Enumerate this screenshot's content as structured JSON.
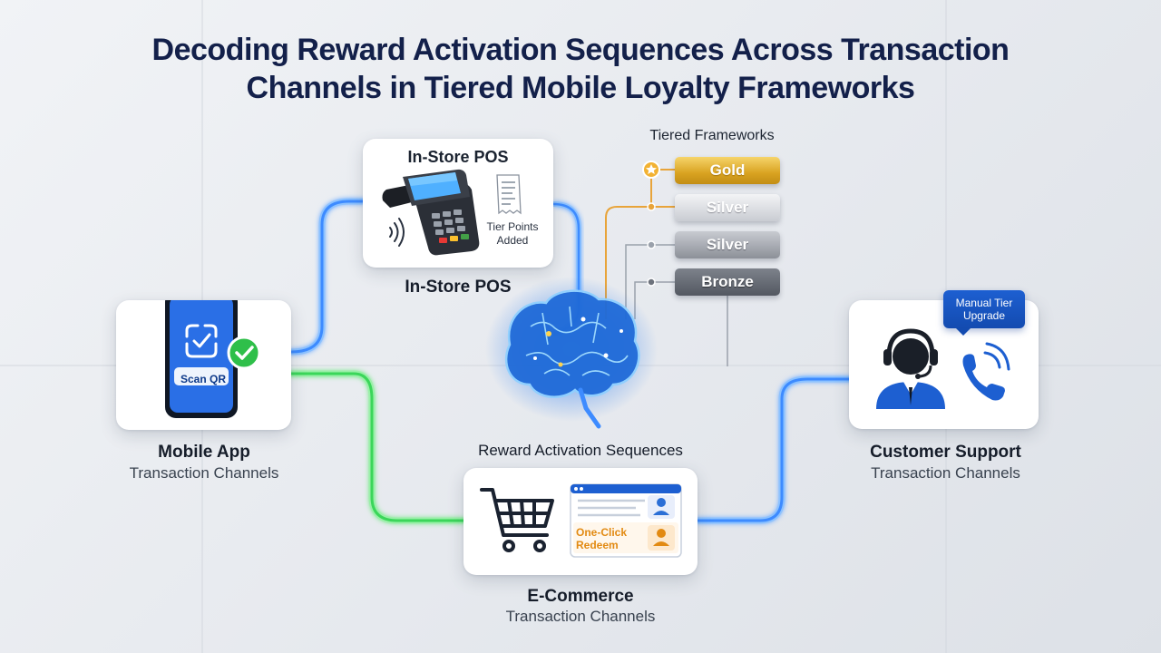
{
  "title": {
    "line1": "Decoding Reward Activation Sequences Across Transaction",
    "line2": "Channels in Tiered Mobile Loyalty Frameworks"
  },
  "pos": {
    "card_title": "In-Store POS",
    "label": "In-Store POS",
    "receipt_line1": "Tier Points",
    "receipt_line2": "Added",
    "icons": [
      "pos-terminal-icon",
      "contactless-icon",
      "receipt-icon"
    ]
  },
  "tiers": {
    "heading": "Tiered Frameworks",
    "levels": [
      "Gold",
      "Silver",
      "Silver",
      "Bronze"
    ],
    "colors": {
      "gold": "#d9a321",
      "silver": "#c9ccd2",
      "silver_dark": "#8c9098",
      "bronze": "#535861"
    }
  },
  "mobile": {
    "label": "Mobile App",
    "sublabel": "Transaction Channels",
    "scan_label": "Scan QR",
    "icons": [
      "smartphone-icon",
      "qr-scan-icon",
      "check-badge-icon"
    ]
  },
  "center": {
    "label": "Reward Activation Sequences",
    "icon": "brain-icon"
  },
  "ecommerce": {
    "label": "E-Commerce",
    "sublabel": "Transaction Channels",
    "redeem_line1": "One-Click",
    "redeem_line2": "Redeem",
    "icons": [
      "shopping-cart-icon",
      "browser-window-icon",
      "user-avatar-icon"
    ]
  },
  "support": {
    "label": "Customer Support",
    "sublabel": "Transaction Channels",
    "badge_line1": "Manual Tier",
    "badge_line2": "Upgrade",
    "icons": [
      "support-agent-icon",
      "phone-icon"
    ]
  },
  "colors": {
    "title": "#13204a",
    "flow_blue": "#3d8bff",
    "flow_green": "#3ad65a",
    "accent_orange": "#e28a12",
    "brand_blue": "#1d5fd1"
  }
}
